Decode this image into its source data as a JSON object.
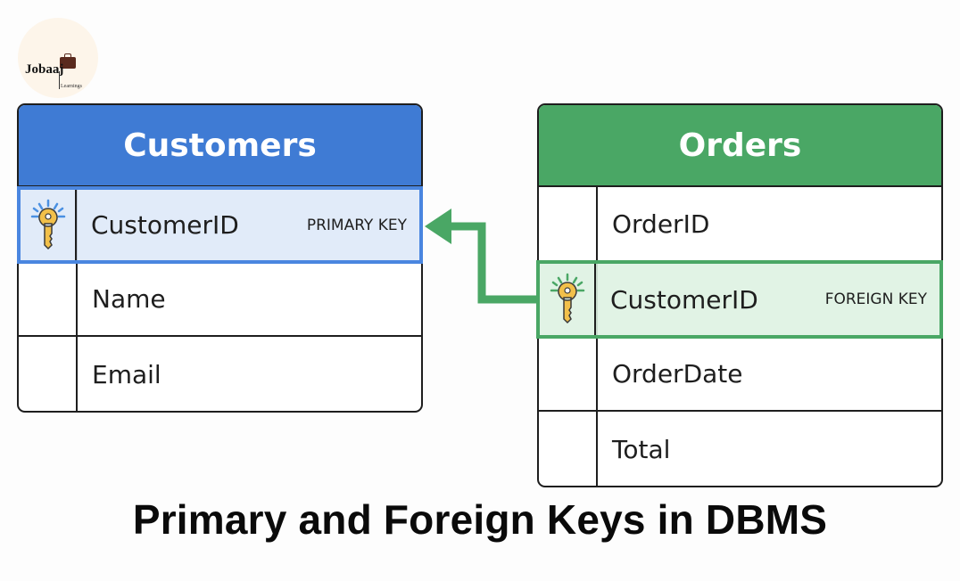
{
  "logo": {
    "name": "Jobaaj",
    "subtitle": "Learnings",
    "icon": "briefcase-icon"
  },
  "colors": {
    "customers_header": "#3f7bd4",
    "orders_header": "#4aa765",
    "primary_highlight": "#4a86e0",
    "foreign_highlight": "#4aa765",
    "key_icon": "#f2c04a"
  },
  "customers": {
    "title": "Customers",
    "rows": [
      {
        "name": "CustomerID",
        "tag": "PRIMARY KEY",
        "icon": "key-icon"
      },
      {
        "name": "Name"
      },
      {
        "name": "Email"
      }
    ]
  },
  "orders": {
    "title": "Orders",
    "rows": [
      {
        "name": "OrderID"
      },
      {
        "name": "CustomerID",
        "tag": "FOREIGN KEY",
        "icon": "key-icon"
      },
      {
        "name": "OrderDate"
      },
      {
        "name": "Total"
      }
    ]
  },
  "relationship": {
    "from": "Orders.CustomerID",
    "to": "Customers.CustomerID"
  },
  "title": "Primary and Foreign Keys in DBMS"
}
